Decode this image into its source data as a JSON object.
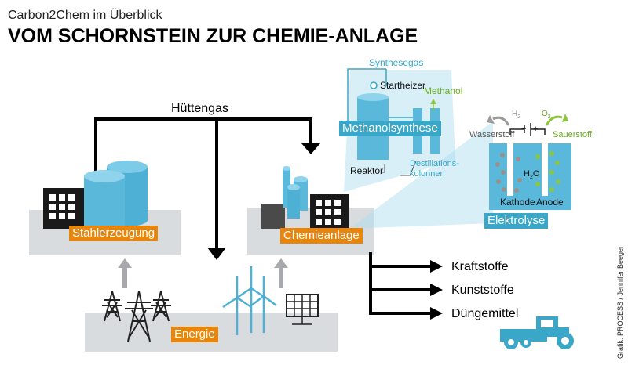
{
  "header": {
    "kicker": "Carbon2Chem im Überblick",
    "title": "VOM SCHORNSTEIN ZUR CHEMIE-ANLAGE"
  },
  "flow": {
    "huettengas": "Hüttengas"
  },
  "sites": {
    "stahl": "Stahlerzeugung",
    "chemie": "Chemieanlage",
    "energie": "Energie"
  },
  "methanol": {
    "title": "Methanolsynthese",
    "synthesegas": "Synthesegas",
    "startheizer": "Startheizer",
    "methanol": "Methanol",
    "reaktor": "Reaktor",
    "destillation_line1": "Destillations-",
    "destillation_line2": "kolonnen"
  },
  "elektrolyse": {
    "title": "Elektrolyse",
    "wasserstoff": "Wasserstoff",
    "sauerstoff": "Sauerstoff",
    "h2": "H",
    "h2_sub": "2",
    "o2": "O",
    "o2_sub": "2",
    "h2o": "H",
    "h2o_sub": "2",
    "h2o_end": "O",
    "kathode": "Kathode",
    "anode": "Anode",
    "minus": "−",
    "plus": "+"
  },
  "products": [
    "Kraftstoffe",
    "Kunststoffe",
    "Düngemittel"
  ],
  "credit": "Grafik: PROCESS / Jennifer Beeger",
  "colors": {
    "orange": "#e8850c",
    "teal": "#3aa7c9",
    "tealLight": "#a9dcef",
    "tank": "#5ab9db",
    "green": "#8cc63f",
    "grey": "#d9dcdf",
    "darkgrey": "#5b5b5b"
  }
}
